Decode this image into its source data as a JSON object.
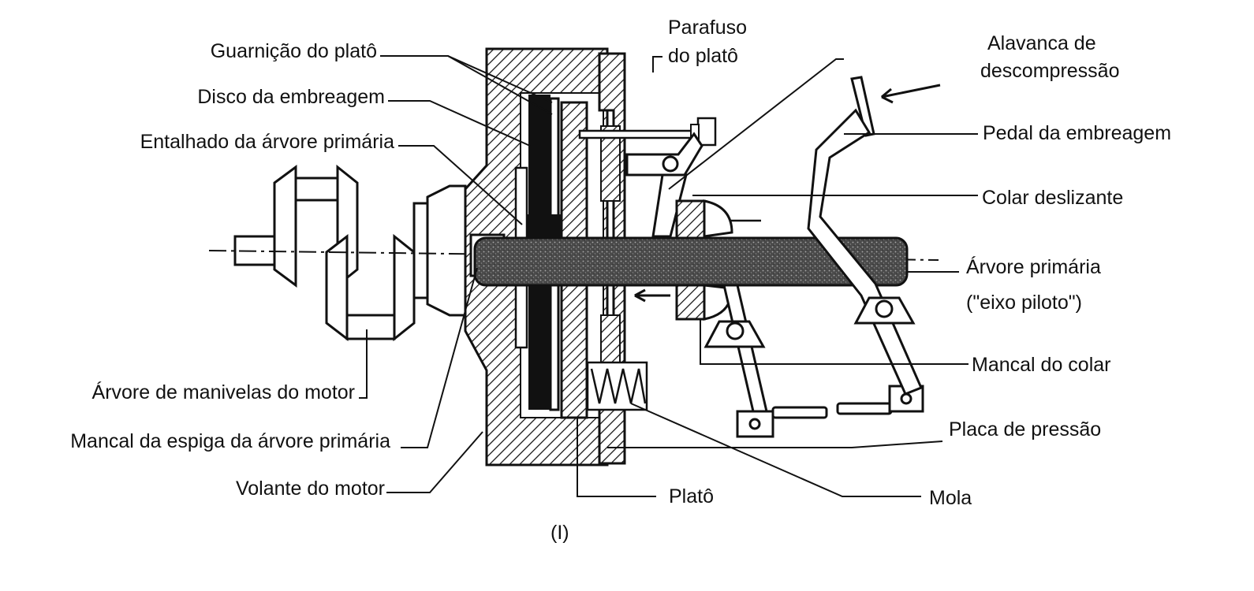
{
  "labels": {
    "guarnicao": "Guarnição do platô",
    "disco": "Disco da embreagem",
    "entalhado": "Entalhado da árvore primária",
    "arvore_manivelas": "Árvore de manivelas do motor",
    "mancal_espiga": "Mancal da espiga da árvore primária",
    "volante": "Volante do motor",
    "parafuso_1": "Parafuso",
    "parafuso_2": "do platô",
    "alavanca_1": "Alavanca de",
    "alavanca_2": "descompressão",
    "pedal": "Pedal da embreagem",
    "colar": "Colar deslizante",
    "arvore_primaria": "Árvore primária",
    "eixo_piloto": "(\"eixo piloto\")",
    "mancal_colar": "Mancal do colar",
    "placa": "Placa de pressão",
    "plato": "Platô",
    "mola": "Mola"
  },
  "caption": "(I)"
}
